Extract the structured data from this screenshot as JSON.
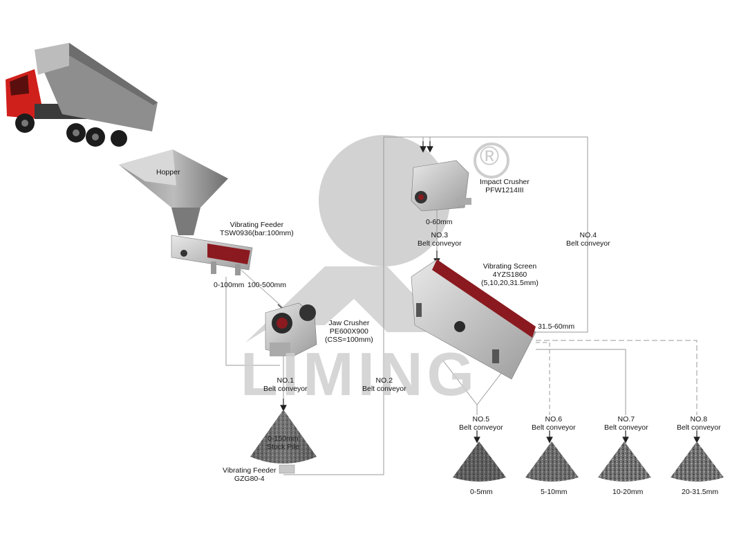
{
  "watermark": {
    "brand_text": "LIMING",
    "registered_mark": "®"
  },
  "equipment": {
    "hopper": "Hopper",
    "vibrating_feeder_1": [
      "Vibrating Feeder",
      "TSW0936(bar:100mm)"
    ],
    "jaw_crusher": [
      "Jaw Crusher",
      "PE600X900",
      "(CSS=100mm)"
    ],
    "stock_pile": [
      "0-150mm",
      "Stock Pile"
    ],
    "vibrating_feeder_2": [
      "Vibrating Feeder",
      "GZG80-4"
    ],
    "impact_crusher": [
      "Impact Crusher",
      "PFW1214III"
    ],
    "vibrating_screen": [
      "Vibrating Screen",
      "4YZS1860",
      "(5,10,20,31.5mm)"
    ]
  },
  "conveyors": {
    "no1": [
      "NO.1",
      "Belt conveyor"
    ],
    "no2": [
      "NO.2",
      "Belt conveyor"
    ],
    "no3": [
      "NO.3",
      "Belt conveyor"
    ],
    "no4": [
      "NO.4",
      "Belt conveyor"
    ],
    "no5": [
      "NO.5",
      "Belt conveyor"
    ],
    "no6": [
      "NO.6",
      "Belt conveyor"
    ],
    "no7": [
      "NO.7",
      "Belt conveyor"
    ],
    "no8": [
      "NO.8",
      "Belt conveyor"
    ]
  },
  "size_labels": {
    "feeder_fine": "0-100mm",
    "feeder_coarse": "100-500mm",
    "impact_output": "0-60mm",
    "screen_oversize": "31.5-60mm"
  },
  "products": [
    "0-5mm",
    "5-10mm",
    "10-20mm",
    "20-31.5mm"
  ],
  "colors": {
    "truck_cab": "#d0201c",
    "screen_deck": "#8a1a1f",
    "machine_body": "#cfcfcf",
    "flow_line": "#9a9a9a",
    "watermark": "#cccccc"
  }
}
